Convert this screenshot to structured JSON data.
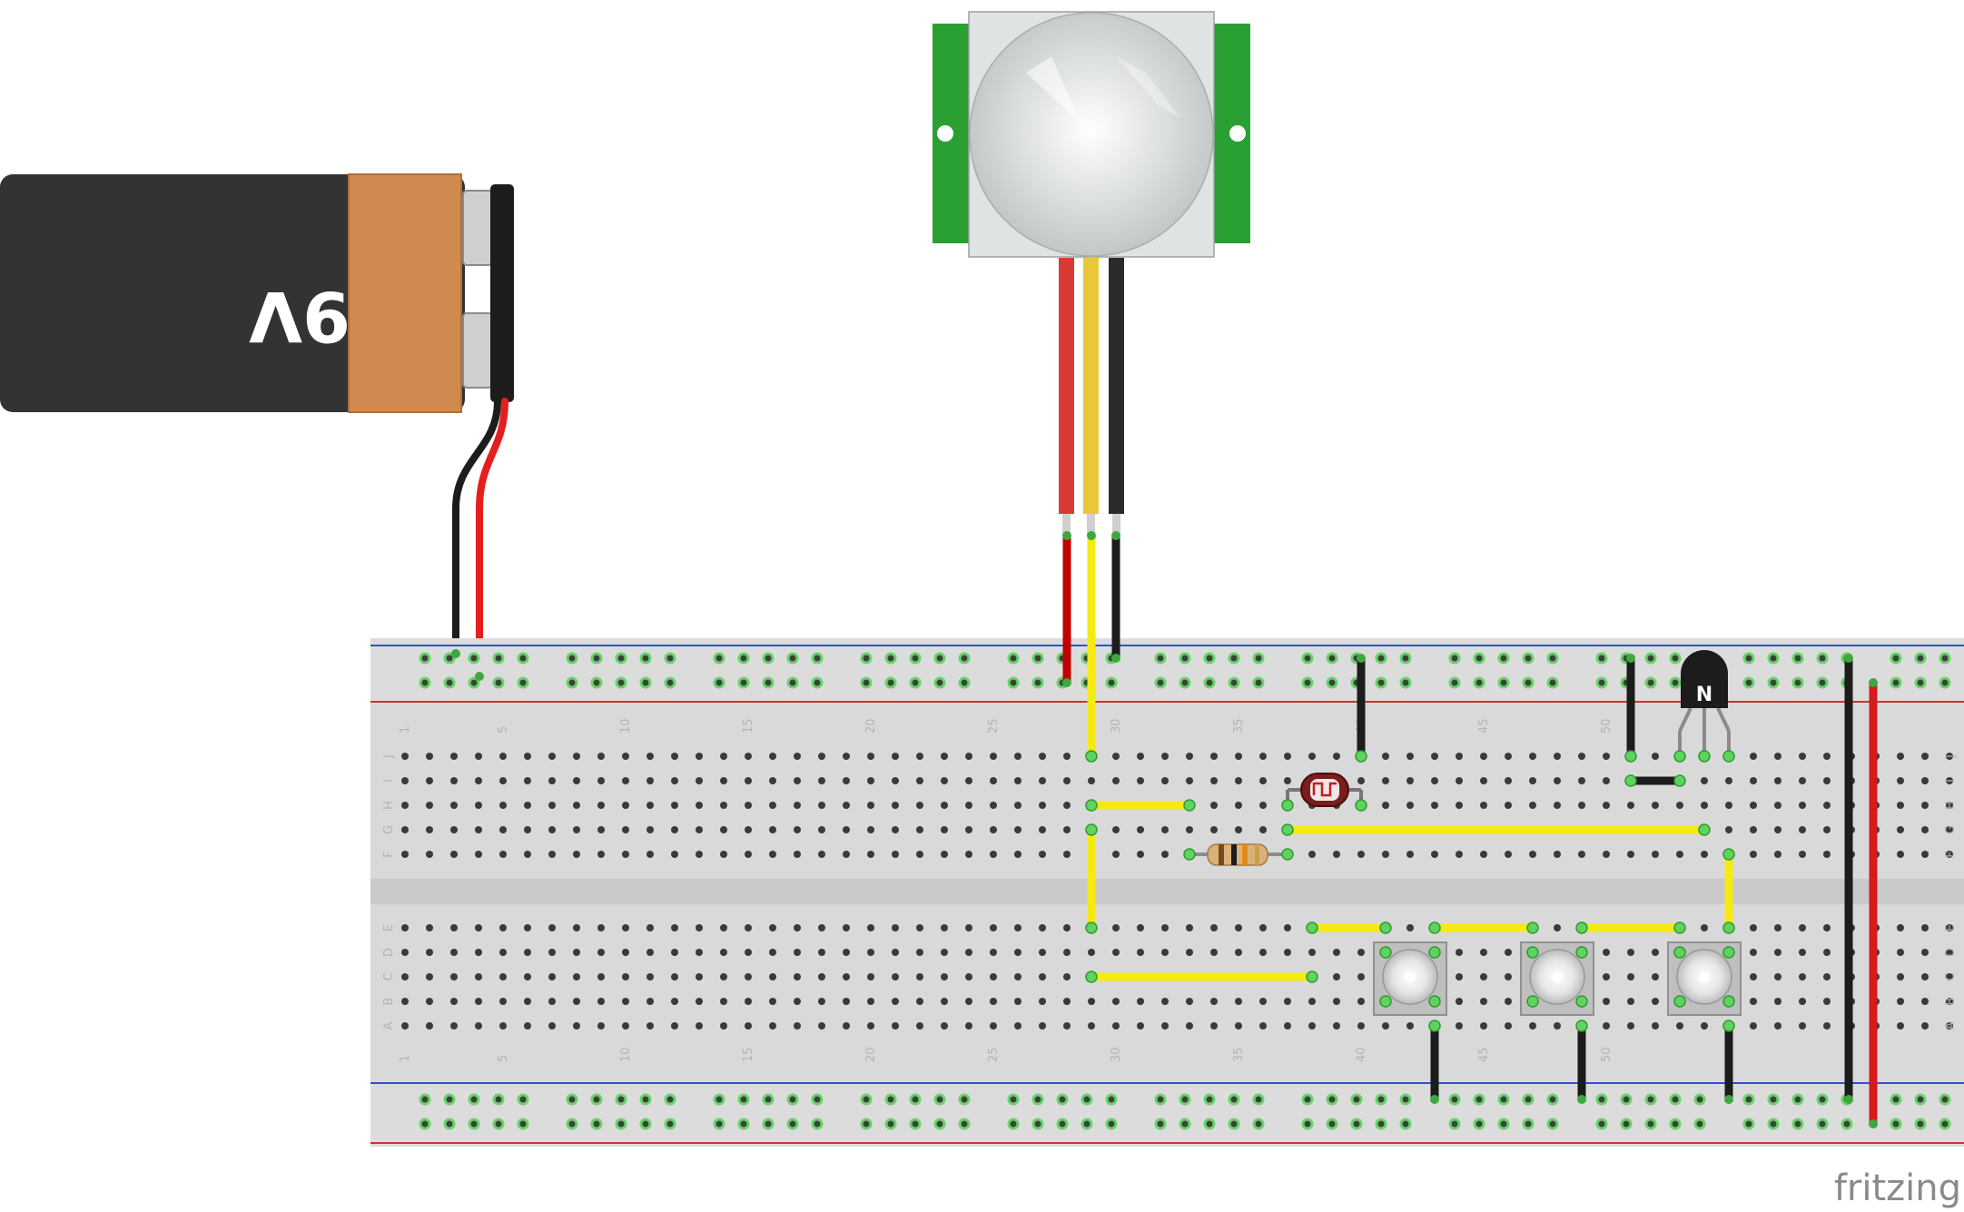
{
  "battery": {
    "label": "9V"
  },
  "breadboard": {
    "column_numbers": [
      "1",
      "5",
      "10",
      "15",
      "20",
      "25",
      "30",
      "35",
      "40",
      "45",
      "50"
    ],
    "row_letters_top": [
      "J",
      "I",
      "H",
      "G",
      "F"
    ],
    "row_letters_bottom": [
      "E",
      "D",
      "C",
      "B",
      "A"
    ]
  },
  "transistor": {
    "label": "N"
  },
  "watermark": "fritzing",
  "colors": {
    "wire_yellow": "#f5ea12",
    "wire_red": "#d71920",
    "wire_black": "#1c1c1c",
    "breadboard": "#d9d9d9",
    "pir_board": "#2aa033",
    "battery_body": "#333333",
    "battery_cap": "#d08a4f"
  }
}
